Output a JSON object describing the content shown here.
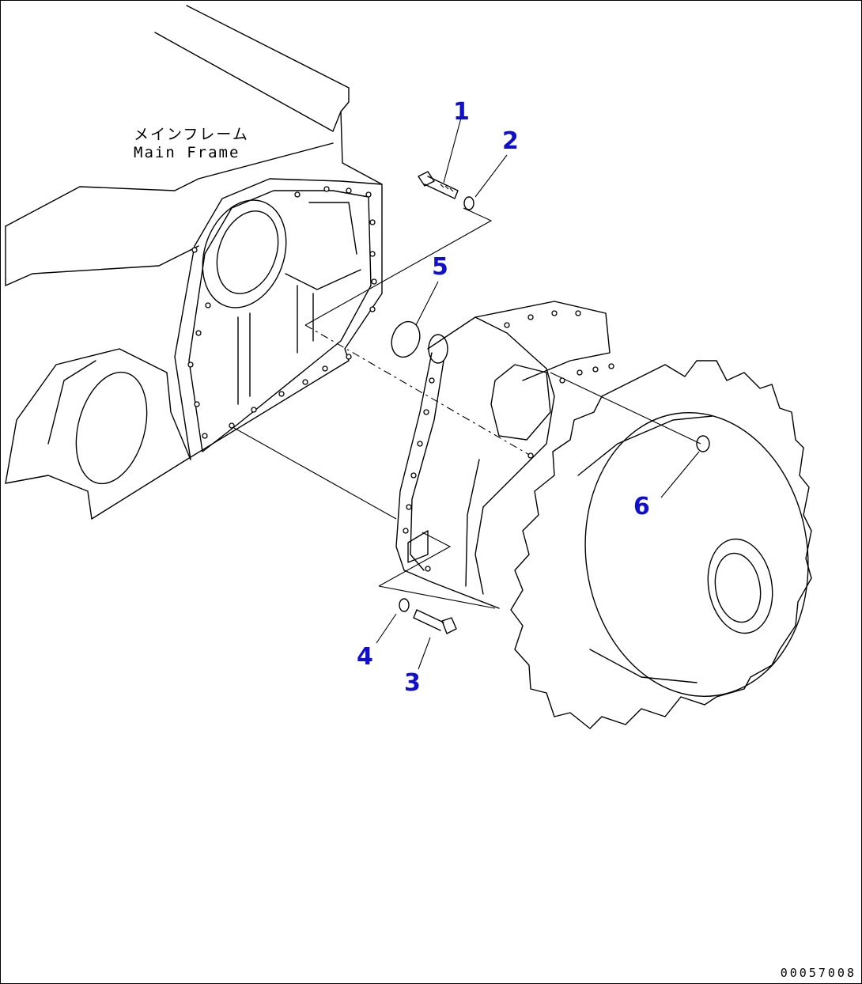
{
  "labels": {
    "main_frame_jp": "メインフレーム",
    "main_frame_en": "Main Frame",
    "figure_code": "00057008"
  },
  "callouts": [
    {
      "id": "1",
      "text": "1"
    },
    {
      "id": "2",
      "text": "2"
    },
    {
      "id": "3",
      "text": "3"
    },
    {
      "id": "4",
      "text": "4"
    },
    {
      "id": "5",
      "text": "5"
    },
    {
      "id": "6",
      "text": "6"
    }
  ],
  "colors": {
    "callout": "#1010cc",
    "line": "#000000",
    "background": "#ffffff"
  }
}
